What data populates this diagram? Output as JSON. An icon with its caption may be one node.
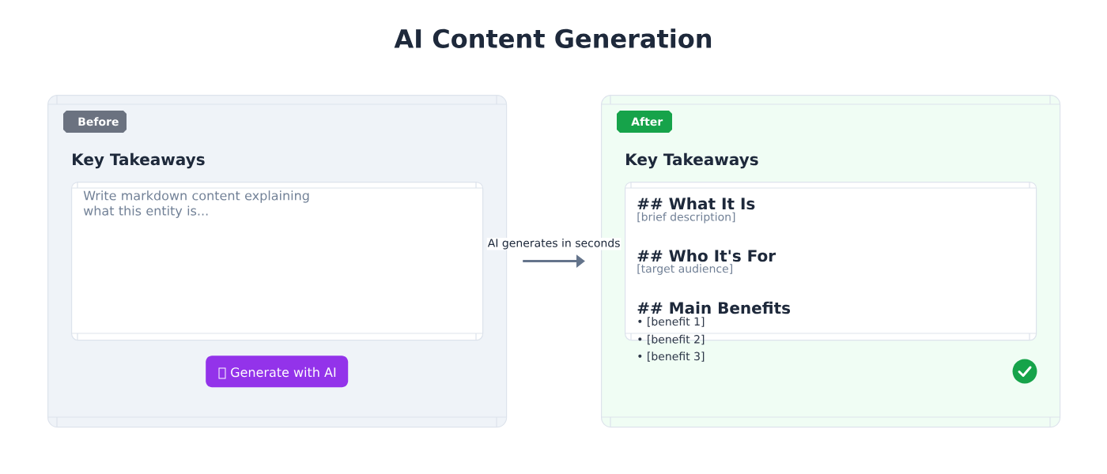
{
  "diagram": {
    "title": "AI Content Generation",
    "nodes": [
      {
        "text": [
          "Key Takeaways"
        ]
      },
      {
        "text": [
          "Before"
        ],
        "in": 0
      },
      {
        "text": [
          "Write markdown content explaining what this entity is..."
        ],
        "in": 0
      },
      {
        "text": [
          "Generate with AI"
        ],
        "in": 0
      },
      {
        "text": [
          "Key Takeaways"
        ]
      },
      {
        "text": [
          "After"
        ],
        "in": 4
      },
      {
        "text": [
          "## What It Is",
          "[brief description]",
          "## Who It's For",
          "[target audience]",
          "## Main Benefits",
          "• [benefit 1]",
          "• [benefit 2]",
          "• [benefit 3]"
        ],
        "in": 4
      }
    ],
    "edges": [
      {
        "from": 0,
        "to": 4,
        "arrow": "to",
        "label": "AI generates in seconds"
      }
    ]
  }
}
